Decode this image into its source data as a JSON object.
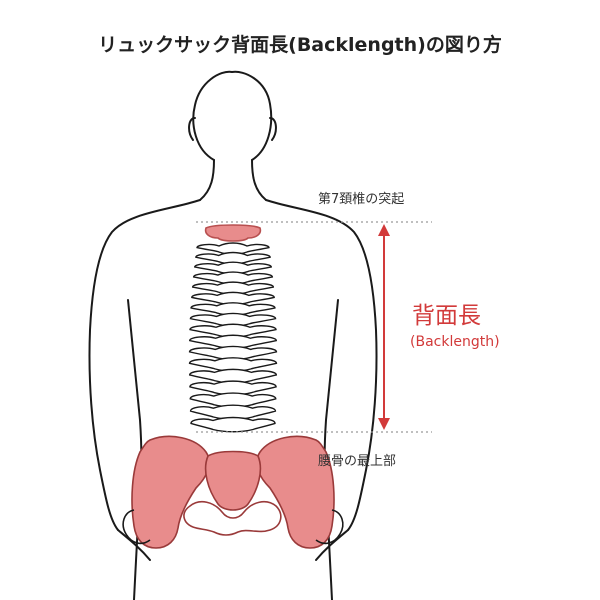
{
  "title": "リュックサック背面長(Backlength)の図り方",
  "labels": {
    "top_landmark": "第7頚椎の突起",
    "bottom_landmark": "腰骨の最上部"
  },
  "measurement": {
    "name": "背面長",
    "subtitle": "(Backlength)"
  },
  "colors": {
    "accent": "#d23a3a",
    "bone_fill": "#e88c8c",
    "line": "#1a1a1a",
    "dotted": "#999999"
  },
  "icons": {
    "arrow": "double-headed-vertical-arrow"
  }
}
